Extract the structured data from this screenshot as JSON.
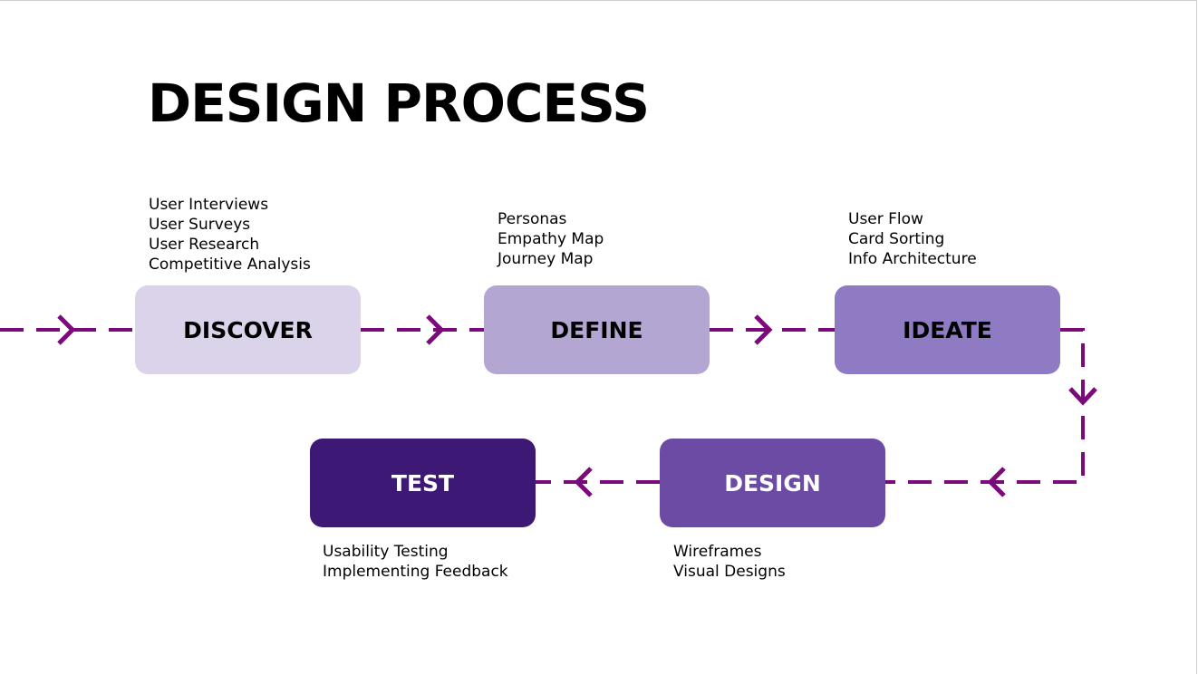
{
  "title": "DESIGN PROCESS",
  "colors": {
    "arrow": "#7b0a7a"
  },
  "stages": [
    {
      "id": "discover",
      "label": "DISCOVER",
      "fill": "#dbd3ea",
      "text_color": "#000000",
      "notes": [
        "User Interviews",
        "User Surveys",
        "User Research",
        "Competitive Analysis"
      ]
    },
    {
      "id": "define",
      "label": "DEFINE",
      "fill": "#b4a6d3",
      "text_color": "#000000",
      "notes": [
        "Personas",
        "Empathy Map",
        "Journey Map"
      ]
    },
    {
      "id": "ideate",
      "label": "IDEATE",
      "fill": "#8f7bc3",
      "text_color": "#000000",
      "notes": [
        "User Flow",
        "Card Sorting",
        "Info Architecture"
      ]
    },
    {
      "id": "design",
      "label": "DESIGN",
      "fill": "#6b4ba3",
      "text_color": "#ffffff",
      "notes": [
        "Wireframes",
        "Visual Designs"
      ]
    },
    {
      "id": "test",
      "label": "TEST",
      "fill": "#3d1875",
      "text_color": "#ffffff",
      "notes": [
        "Usability Testing",
        "Implementing Feedback"
      ]
    }
  ]
}
